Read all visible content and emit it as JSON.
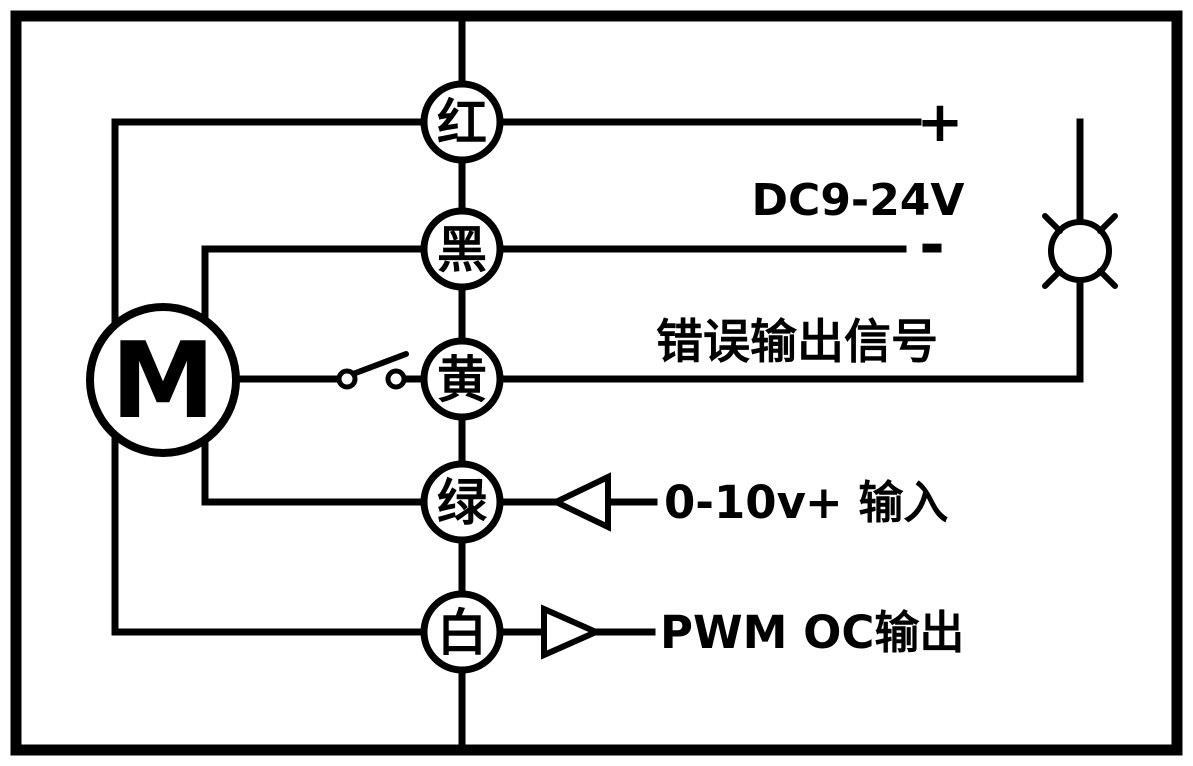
{
  "diagram": {
    "motor": {
      "label": "M"
    },
    "terminals": [
      {
        "id": "red",
        "label": "红"
      },
      {
        "id": "black",
        "label": "黑"
      },
      {
        "id": "yellow",
        "label": "黄"
      },
      {
        "id": "green",
        "label": "绿"
      },
      {
        "id": "white",
        "label": "白"
      }
    ],
    "power": {
      "positive": "+",
      "negative": "-",
      "voltage": "DC9-24V"
    },
    "labels": {
      "error_signal": "错误输出信号",
      "analog_range": "0-10v",
      "analog_input": "+ 输入",
      "pwm_output": "PWM OC输出"
    },
    "colors": {
      "stroke": "#000000",
      "background": "#ffffff"
    }
  }
}
